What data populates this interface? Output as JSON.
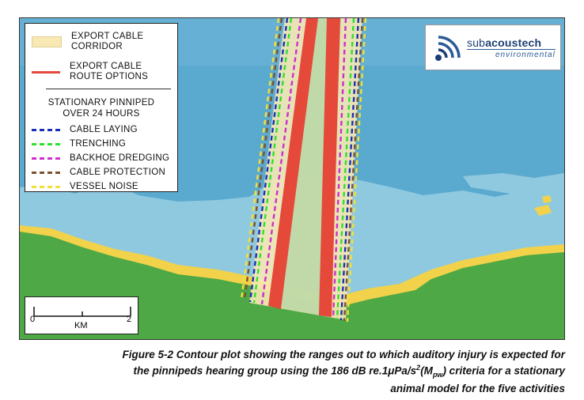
{
  "legend": {
    "corridor_label_line1": "EXPORT CABLE",
    "corridor_label_line2": "CORRIDOR",
    "route_label_line1": "EXPORT CABLE",
    "route_label_line2": "ROUTE OPTIONS",
    "heading_line1": "STATIONARY PINNIPED",
    "heading_line2": "OVER 24 HOURS",
    "activities": [
      {
        "label": "CABLE LAYING",
        "color": "#1a2fb8"
      },
      {
        "label": "TRENCHING",
        "color": "#2de02d"
      },
      {
        "label": "BACKHOE DREDGING",
        "color": "#cc2fcc"
      },
      {
        "label": "CABLE PROTECTION",
        "color": "#7a5230"
      },
      {
        "label": "VESSEL NOISE",
        "color": "#f0e03a"
      }
    ]
  },
  "colors": {
    "deep_sea": "#5aa9cf",
    "shallow_sea": "#8ec9e0",
    "land": "#4ea845",
    "intertidal": "#f2d24a",
    "corridor": "#f7e8b4",
    "route": "#e5493a"
  },
  "logo": {
    "name_part1": "sub",
    "name_part2": "acoustech",
    "subtitle": "environmental"
  },
  "scalebar": {
    "tick_start": "0",
    "tick_end": "2",
    "unit": "KM"
  },
  "caption": {
    "line1": "Figure 5-2 Contour plot showing the ranges out to which auditory injury is expected for",
    "line2_prefix": "the pinnipeds hearing group using the 186 dB re.1μPa/s",
    "line2_sup": "2",
    "line2_paren_open": "(M",
    "line2_sub": "pw",
    "line2_suffix": ") criteria for a stationary",
    "line3": "animal model for the five activities"
  }
}
